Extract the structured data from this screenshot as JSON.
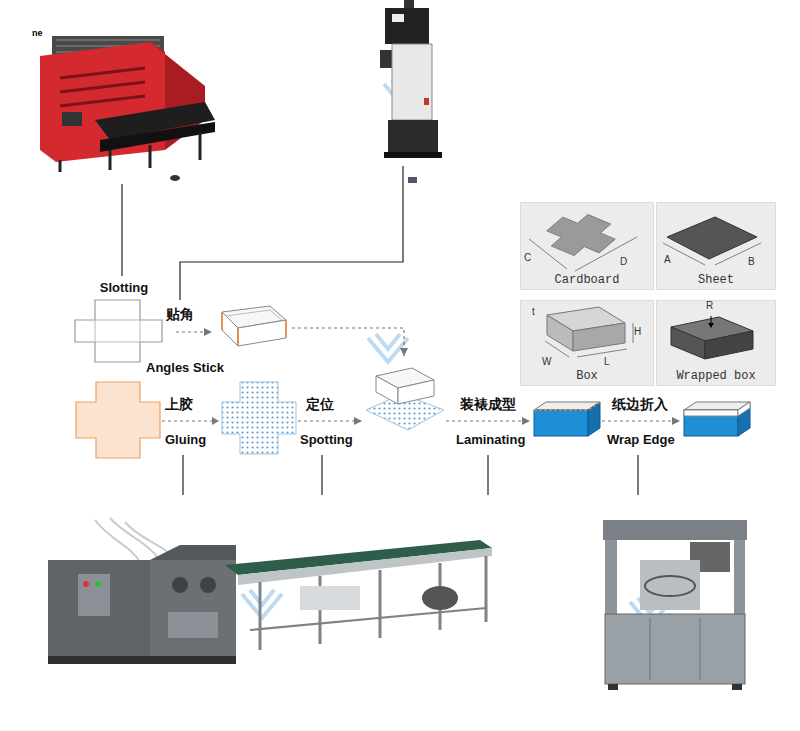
{
  "diagram": {
    "nodes": [
      {
        "text": [
          "Slotting"
        ]
      },
      {
        "text": [
          "贴角",
          "Angles Stick"
        ]
      },
      {
        "text": [
          "上胶",
          "Gluing"
        ]
      },
      {
        "text": [
          "定位",
          "Spotting"
        ]
      },
      {
        "text": [
          "装裱成型",
          "Laminating"
        ]
      },
      {
        "text": [
          "纸边折入",
          "Wrap Edge"
        ]
      },
      {
        "text": [
          "Cardboard"
        ]
      },
      {
        "text": [
          "Sheet"
        ]
      },
      {
        "text": [
          "Box"
        ]
      },
      {
        "text": [
          "Wrapped box"
        ]
      }
    ],
    "edges": [
      {
        "from": 0,
        "to": 1,
        "arrow": "to"
      },
      {
        "from": 1,
        "to": 3,
        "arrow": "to"
      },
      {
        "from": 2,
        "to": 3,
        "arrow": "to"
      },
      {
        "from": 3,
        "to": 4,
        "arrow": "to"
      },
      {
        "from": 4,
        "to": 5,
        "arrow": "to"
      }
    ],
    "labels": [
      "ne",
      "C",
      "D",
      "A",
      "B",
      "t",
      "H",
      "W",
      "L",
      "R"
    ]
  }
}
